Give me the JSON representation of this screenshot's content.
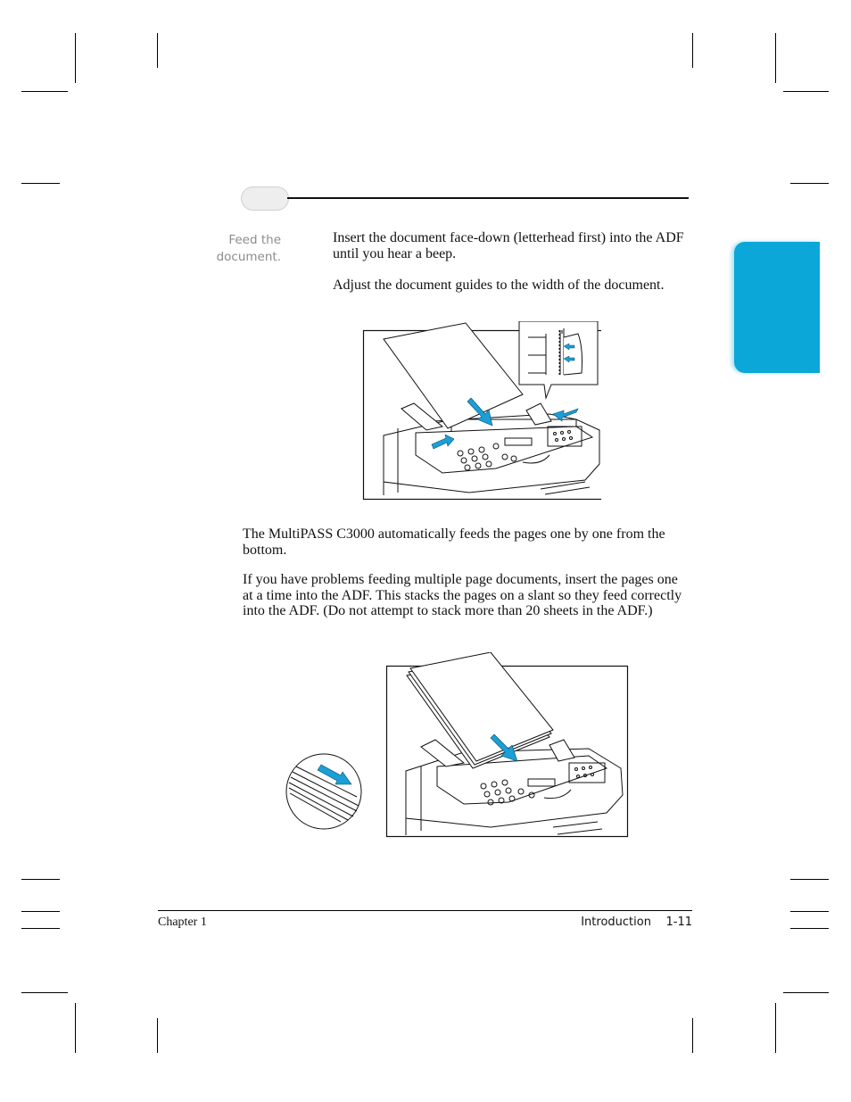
{
  "margin_note": "Feed the document.",
  "paragraphs": {
    "insert": "Insert the document face-down (letterhead first) into the ADF until you hear a beep.",
    "adjust": "Adjust the document guides to the width of the document.",
    "auto_feed": "The MultiPASS C3000 automatically feeds the pages one by one from the bottom.",
    "problems": "If you have problems feeding multiple page documents, insert the pages one at a time into the ADF. This stacks the pages on a slant so they feed correctly into the ADF. (Do not attempt to stack more than 20 sheets in the ADF.)"
  },
  "footer": {
    "chapter": "Chapter 1",
    "section": "Introduction",
    "page": "1-11"
  },
  "colors": {
    "accent": "#0aa7d8",
    "arrow": "#1a9fd6",
    "margin_note": "#8c8c8c"
  }
}
